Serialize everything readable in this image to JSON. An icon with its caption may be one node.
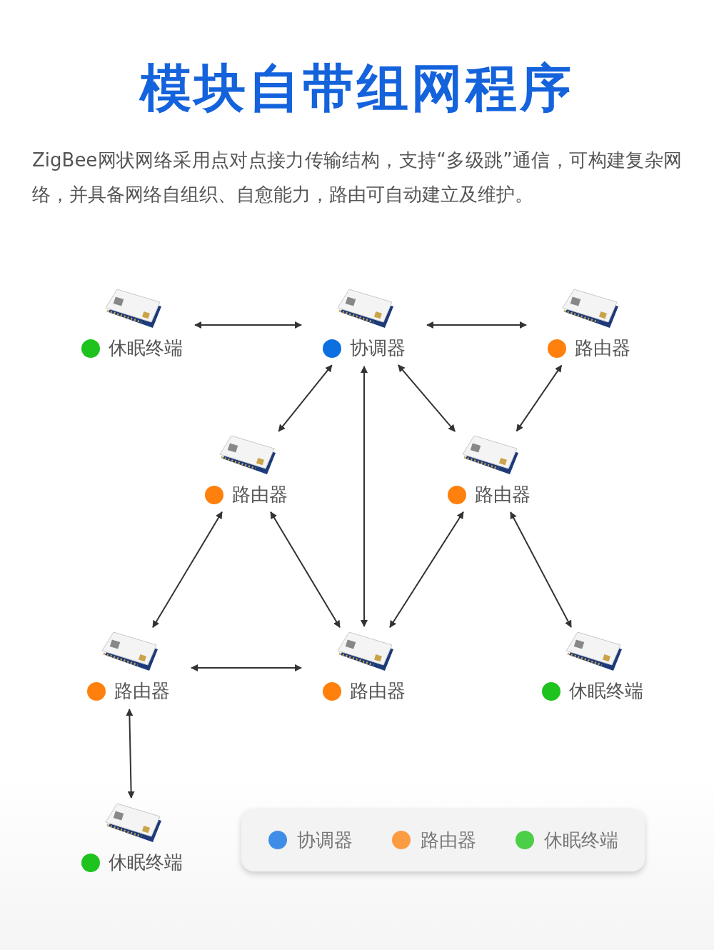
{
  "diagram": {
    "title": "模块自带组网程序",
    "nodes": [
      {
        "text": [
          "休眠终端"
        ]
      },
      {
        "text": [
          "协调器"
        ]
      },
      {
        "text": [
          "路由器"
        ]
      },
      {
        "text": [
          "路由器"
        ]
      },
      {
        "text": [
          "路由器"
        ]
      },
      {
        "text": [
          "路由器"
        ]
      },
      {
        "text": [
          "路由器"
        ]
      },
      {
        "text": [
          "休眠终端"
        ]
      },
      {
        "text": [
          "休眠终端"
        ]
      }
    ],
    "edges": [
      {
        "from": 0,
        "to": 1,
        "arrow": "both"
      },
      {
        "from": 1,
        "to": 2,
        "arrow": "both"
      },
      {
        "from": 1,
        "to": 3,
        "arrow": "both"
      },
      {
        "from": 1,
        "to": 4,
        "arrow": "both"
      },
      {
        "from": 2,
        "to": 4,
        "arrow": "both"
      },
      {
        "from": 1,
        "to": 6,
        "arrow": "both"
      },
      {
        "from": 3,
        "to": 5,
        "arrow": "both"
      },
      {
        "from": 3,
        "to": 6,
        "arrow": "both"
      },
      {
        "from": 4,
        "to": 6,
        "arrow": "both"
      },
      {
        "from": 4,
        "to": 7,
        "arrow": "both"
      },
      {
        "from": 5,
        "to": 6,
        "arrow": "both"
      },
      {
        "from": 5,
        "to": 8,
        "arrow": "both"
      }
    ],
    "labels": [
      "ZigBee网状网络采用点对点接力传输结构，支持“多级跳”通信，可构建复杂网络，并具备网络自组织、自愈能力，路由可自动建立及维护。"
    ],
    "legend": [
      {
        "text": "协调器",
        "color": "#3f8de6"
      },
      {
        "text": "路由器",
        "color": "#fb9c42"
      },
      {
        "text": "休眠终端",
        "color": "#4cce48"
      }
    ]
  }
}
